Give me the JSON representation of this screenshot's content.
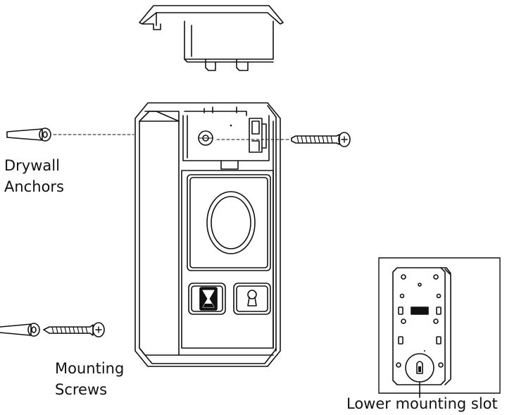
{
  "labels": {
    "drywall_anchors": [
      "Drywall",
      "Anchors"
    ],
    "mounting_screws": [
      "Mounting",
      "Screws"
    ],
    "lower_mounting_slot": "Lower mounting slot"
  },
  "icons": [
    "hourglass-icon",
    "keyhole-icon"
  ],
  "colors": {
    "line": "#111111",
    "background": "#ffffff"
  }
}
